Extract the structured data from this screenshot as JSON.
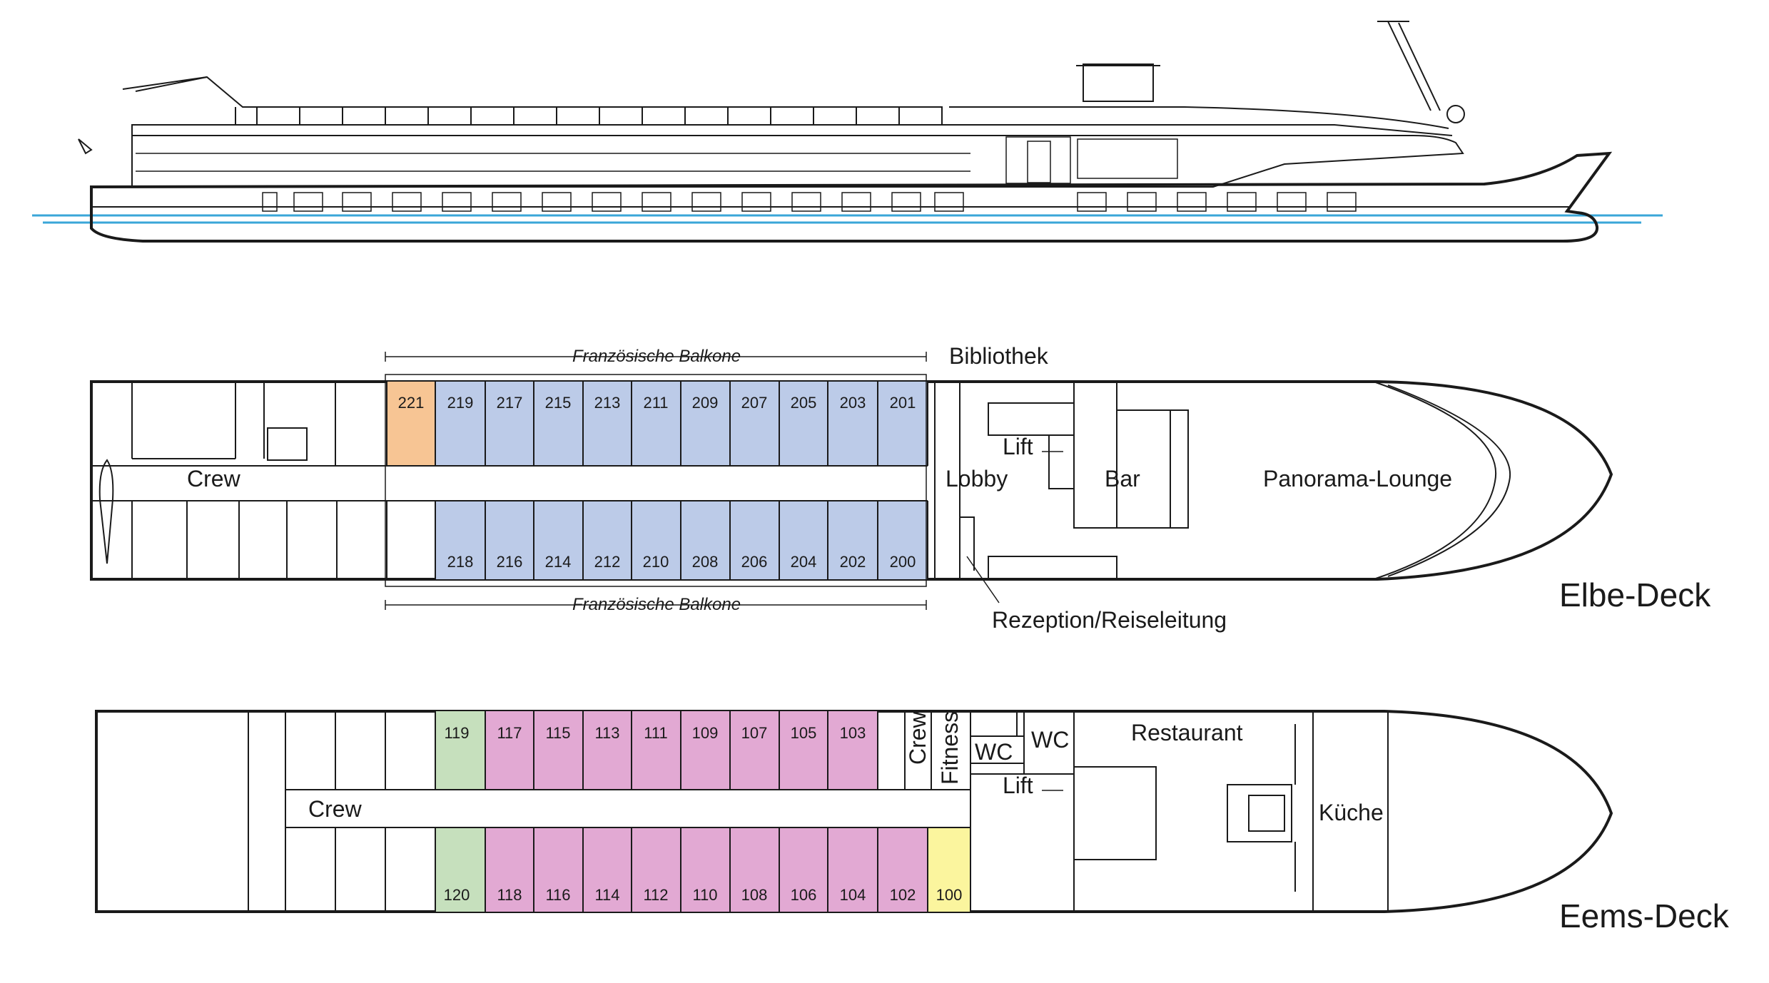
{
  "colors": {
    "blue": "#bccbe8",
    "orange": "#f7c594",
    "green": "#c6e0bd",
    "pink": "#e2a9d3",
    "yellow": "#fbf59e",
    "water": "#3aa6d8"
  },
  "elbe": {
    "deck_name": "Elbe-Deck",
    "balcony_label_top": "Französische Balkone",
    "balcony_label_bottom": "Französische Balkone",
    "bibliothek": "Bibliothek",
    "lift": "Lift",
    "lobby": "Lobby",
    "bar": "Bar",
    "lounge": "Panorama-Lounge",
    "crew": "Crew",
    "rezeption": "Rezeption/Reiseleitung",
    "top_cabins": [
      "221",
      "219",
      "217",
      "215",
      "213",
      "211",
      "209",
      "207",
      "205",
      "203",
      "201"
    ],
    "bottom_cabins": [
      "218",
      "216",
      "214",
      "212",
      "210",
      "208",
      "206",
      "204",
      "202",
      "200"
    ]
  },
  "eems": {
    "deck_name": "Eems-Deck",
    "crew": "Crew",
    "crew_vertical": "Crew",
    "fitness": "Fitness",
    "wc1": "WC",
    "wc2": "WC",
    "lift": "Lift",
    "restaurant": "Restaurant",
    "kueche": "Küche",
    "top_cabins": [
      "119",
      "117",
      "115",
      "113",
      "111",
      "109",
      "107",
      "105",
      "103"
    ],
    "bottom_cabins": [
      "120",
      "118",
      "116",
      "114",
      "112",
      "110",
      "108",
      "106",
      "104",
      "102",
      "100"
    ]
  }
}
